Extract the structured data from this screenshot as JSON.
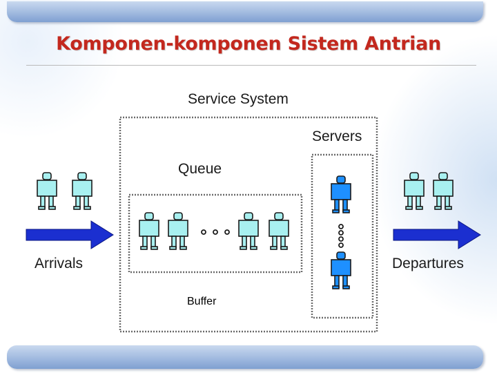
{
  "slide": {
    "title": "Komponen-komponen Sistem Antrian"
  },
  "diagram": {
    "service_system_label": "Service System",
    "servers_label": "Servers",
    "queue_label": "Queue",
    "arrivals_label": "Arrivals",
    "departures_label": "Departures",
    "buffer_label": "Buffer",
    "colors": {
      "customer_fill": "#a8f0f0",
      "server_fill": "#1e90ff",
      "arrow_fill": "#1b2fd0",
      "title_color": "#c3281e"
    }
  }
}
